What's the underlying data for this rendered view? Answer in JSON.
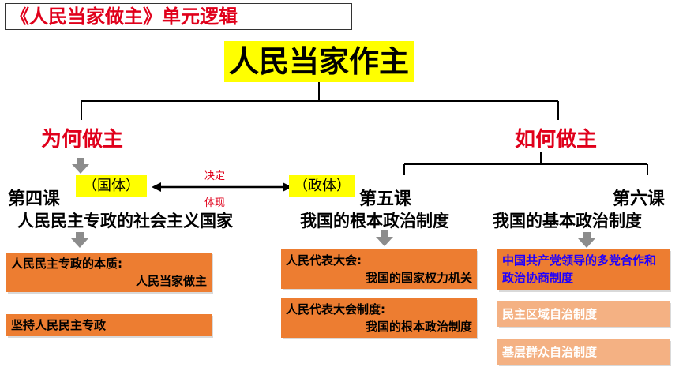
{
  "header": {
    "unit_title": "《人民当家做主》单元逻辑",
    "main_title": "人民当家作主"
  },
  "branches": {
    "left": "为何做主",
    "right": "如何做主"
  },
  "relation": {
    "left_tag": "（国体）",
    "right_tag": "（政体）",
    "top_label": "决定",
    "bottom_label": "体现"
  },
  "lessons": {
    "four": {
      "number": "第四课",
      "name": "人民民主专政的社会主义国家",
      "boxes": [
        {
          "line1": "人民民主专政的本质:",
          "line2": "人民当家做主"
        },
        {
          "line1": "坚持人民民主专政",
          "line2": ""
        }
      ]
    },
    "five": {
      "number": "第五课",
      "name": "我国的根本政治制度",
      "boxes": [
        {
          "line1": "人民代表大会:",
          "line2": "我国的国家权力机关"
        },
        {
          "line1": "人民代表大会制度:",
          "line2": "我国的根本政治制度"
        }
      ]
    },
    "six": {
      "number": "第六课",
      "name": "我国的基本政治制度",
      "boxes": [
        {
          "line1": "中国共产党领导的多党合作和政治协商制度"
        },
        {
          "line1": "民主区域自治制度"
        },
        {
          "line1": "基层群众自治制度"
        }
      ]
    }
  },
  "colors": {
    "accent_red": "#e0001b",
    "highlight_yellow": "#ffff00",
    "box_orange": "#ed7d31",
    "box_light_orange": "#f4b183",
    "blue_text": "#1f00ff",
    "arrow_gray": "#8c8c8c"
  },
  "icons": [
    "down-arrow-icon",
    "double-arrow-icon"
  ]
}
